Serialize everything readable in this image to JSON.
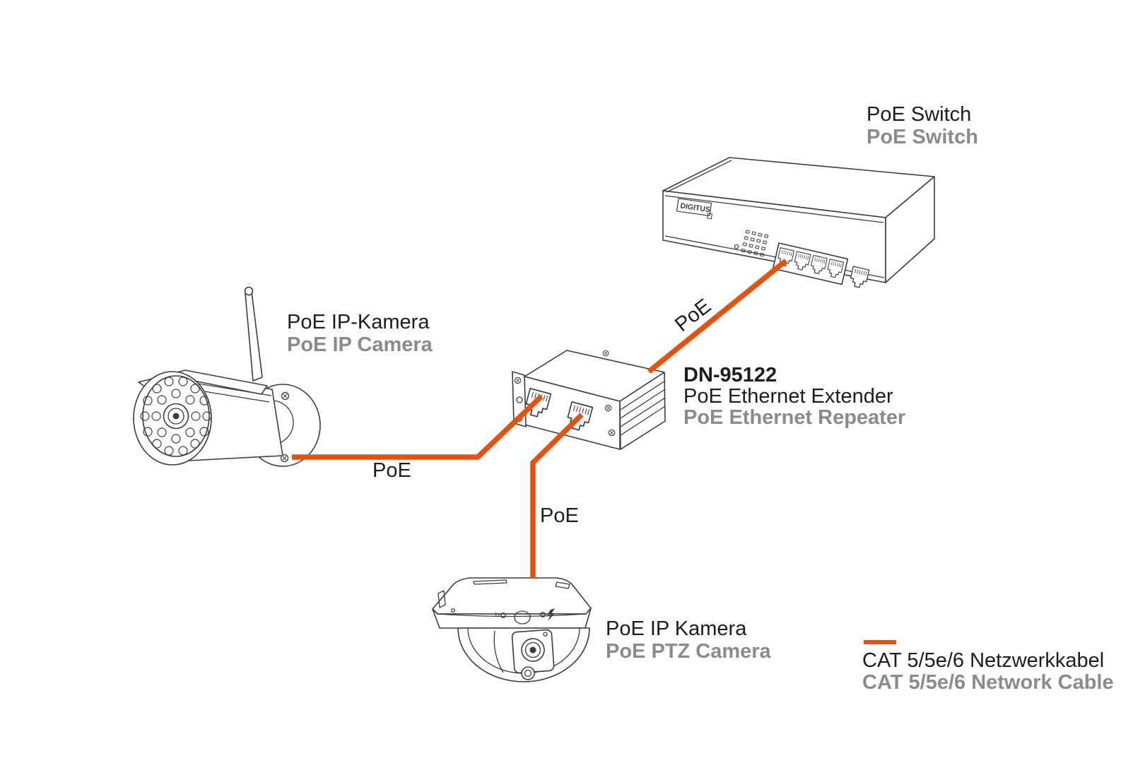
{
  "devices": {
    "poe_switch": {
      "label_de": "PoE Switch",
      "label_en": "PoE Switch",
      "brand": "DIGITUS"
    },
    "ip_camera": {
      "label_de": "PoE IP-Kamera",
      "label_en": "PoE IP Camera"
    },
    "extender": {
      "model": "DN-95122",
      "label_de": "PoE Ethernet Extender",
      "label_en": "PoE Ethernet Repeater"
    },
    "ptz_camera": {
      "label_de": "PoE IP Kamera",
      "label_en": "PoE PTZ Camera"
    }
  },
  "connections": [
    {
      "from": "ip_camera",
      "to": "extender",
      "label": "PoE"
    },
    {
      "from": "ptz_camera",
      "to": "extender",
      "label": "PoE"
    },
    {
      "from": "extender",
      "to": "poe_switch",
      "label": "PoE"
    }
  ],
  "legend": {
    "label_de": "CAT 5/5e/6 Netzwerkkabel",
    "label_en": "CAT 5/5e/6 Network Cable"
  },
  "colors": {
    "cable_orange": "#e5520e",
    "text_primary": "#1d1d1d",
    "text_secondary": "#8b8b8b",
    "line_art": "#3c3c3c"
  }
}
